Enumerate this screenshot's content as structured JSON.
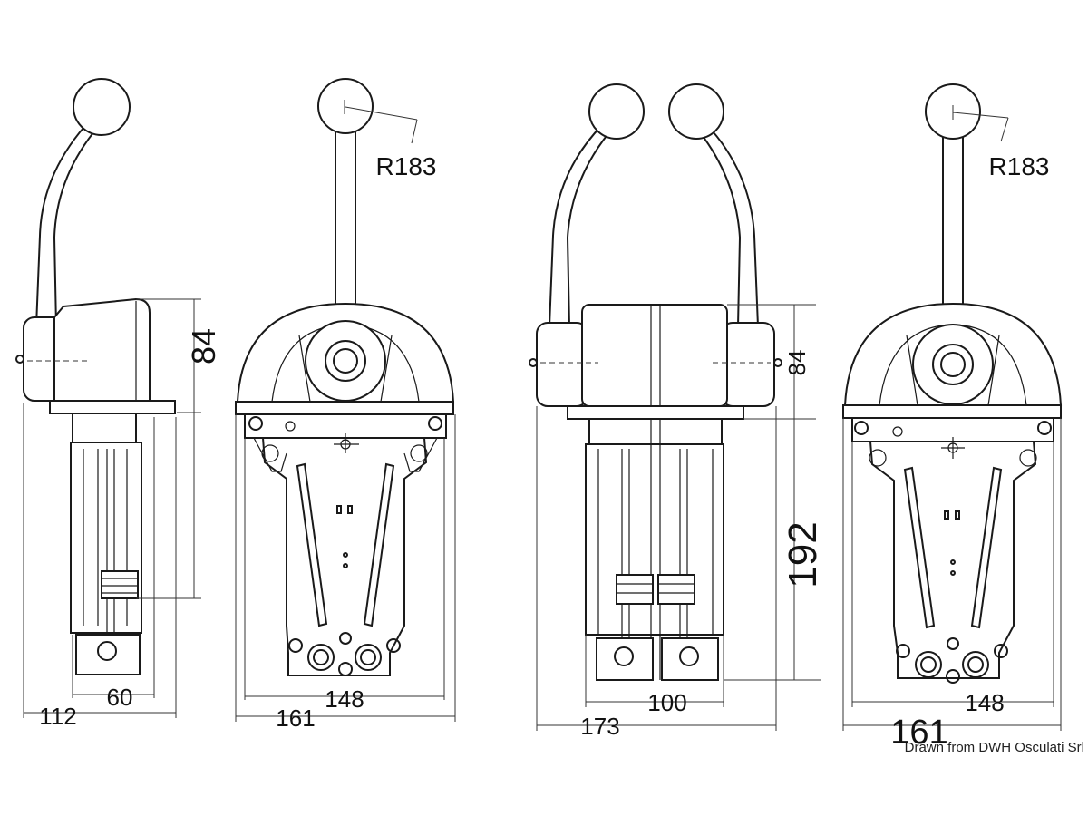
{
  "dimensions": {
    "radius_left": "R183",
    "radius_right": "R183",
    "height_84_left": "84",
    "height_84_right": "84",
    "height_192": "192",
    "width_112": "112",
    "width_60": "60",
    "width_148_left": "148",
    "width_161_left": "161",
    "width_173": "173",
    "width_100": "100",
    "width_148_right": "148",
    "width_161_right": "161"
  },
  "credit": "Drawn from DWH Osculati Srl"
}
